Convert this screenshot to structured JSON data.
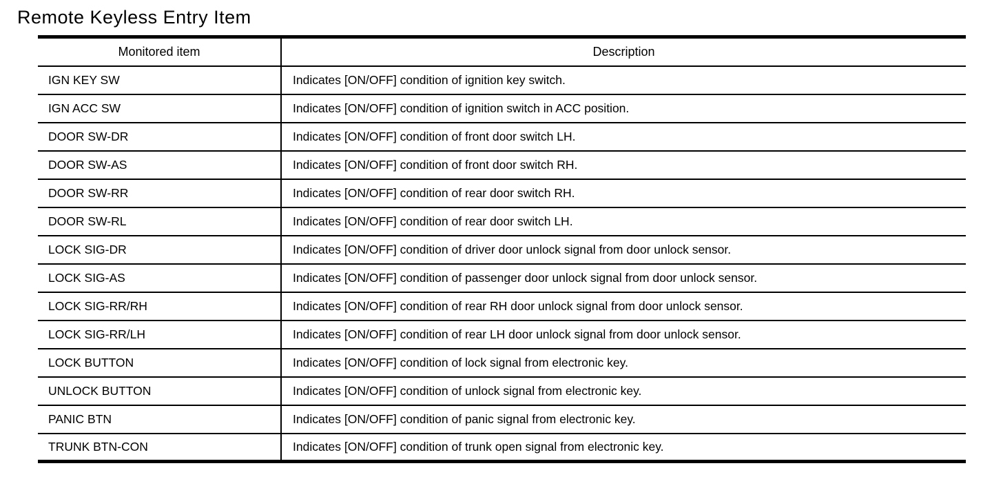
{
  "page": {
    "title": "Remote Keyless Entry Item"
  },
  "table": {
    "columns": [
      "Monitored item",
      "Description"
    ],
    "rows": [
      {
        "item": "IGN KEY SW",
        "description": "Indicates [ON/OFF] condition of ignition key switch."
      },
      {
        "item": "IGN ACC SW",
        "description": "Indicates [ON/OFF] condition of ignition switch in ACC position."
      },
      {
        "item": "DOOR SW-DR",
        "description": "Indicates [ON/OFF] condition of front door switch LH."
      },
      {
        "item": "DOOR SW-AS",
        "description": "Indicates [ON/OFF] condition of front door switch RH."
      },
      {
        "item": "DOOR SW-RR",
        "description": "Indicates [ON/OFF] condition of rear door switch RH."
      },
      {
        "item": "DOOR SW-RL",
        "description": "Indicates [ON/OFF] condition of rear door switch LH."
      },
      {
        "item": "LOCK SIG-DR",
        "description": "Indicates [ON/OFF] condition of driver door unlock signal from door unlock sensor."
      },
      {
        "item": "LOCK SIG-AS",
        "description": "Indicates [ON/OFF] condition of passenger door unlock signal from door unlock sensor."
      },
      {
        "item": "LOCK SIG-RR/RH",
        "description": "Indicates [ON/OFF] condition of rear RH door unlock signal from door unlock sensor."
      },
      {
        "item": "LOCK SIG-RR/LH",
        "description": "Indicates [ON/OFF] condition of rear LH door unlock signal from door unlock sensor."
      },
      {
        "item": "LOCK BUTTON",
        "description": "Indicates [ON/OFF] condition of lock signal from electronic key."
      },
      {
        "item": "UNLOCK BUTTON",
        "description": "Indicates [ON/OFF] condition of unlock signal from electronic key."
      },
      {
        "item": "PANIC BTN",
        "description": "Indicates [ON/OFF] condition of panic signal from electronic key."
      },
      {
        "item": "TRUNK BTN-CON",
        "description": "Indicates [ON/OFF] condition of trunk open signal from electronic key."
      }
    ]
  },
  "colors": {
    "text": "#000000",
    "background": "#ffffff",
    "border": "#000000"
  }
}
